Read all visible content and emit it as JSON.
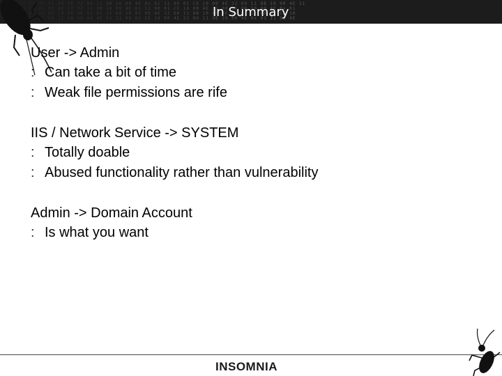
{
  "slide": {
    "title": "In Summary",
    "groups": [
      {
        "heading": "User -> Admin",
        "items": [
          "Can take a bit of time",
          "Weak file permissions are rife"
        ]
      },
      {
        "heading": "IIS / Network Service -> SYSTEM",
        "items": [
          "Totally doable",
          "Abused functionality rather than vulnerability"
        ]
      },
      {
        "heading": "Admin -> Domain Account",
        "items": [
          "Is what you want"
        ]
      }
    ],
    "bullet_glyph": ":"
  },
  "footer": {
    "logo": "INSOMNIA"
  },
  "icons": {
    "top_left": "cockroach-icon",
    "bottom_right": "cockroach-icon"
  }
}
